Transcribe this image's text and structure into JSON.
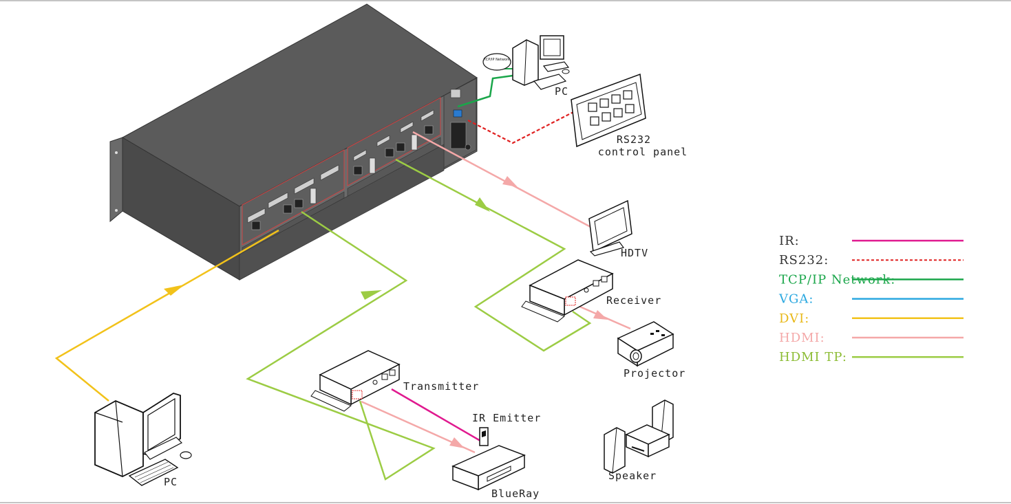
{
  "colors": {
    "ir": "#e0198f",
    "rs232": "#e02020",
    "tcpip": "#1aa64a",
    "vga": "#2aa8e0",
    "dvi": "#f2c21a",
    "hdmi": "#f4a8a8",
    "hdmi_tp": "#9ccc44"
  },
  "devices": {
    "pc_top": "PC",
    "network_cloud": "TCP/IP Network",
    "rs232_panel": "RS232\ncontrol panel",
    "hdtv": "HDTV",
    "receiver": "Receiver",
    "projector": "Projector",
    "transmitter": "Transmitter",
    "ir_emitter": "IR Emitter",
    "blueray": "BlueRay",
    "speaker": "Speaker",
    "pc_bottom": "PC"
  },
  "legend": [
    {
      "label": "IR:",
      "color_key": "ir",
      "style": "solid"
    },
    {
      "label": "RS232:",
      "color_key": "rs232",
      "style": "dashed"
    },
    {
      "label": "TCP/IP Network:",
      "color_key": "tcpip",
      "style": "solid"
    },
    {
      "label": "VGA:",
      "color_key": "vga",
      "style": "solid"
    },
    {
      "label": "DVI:",
      "color_key": "dvi",
      "style": "solid"
    },
    {
      "label": "HDMI:",
      "color_key": "hdmi",
      "style": "solid"
    },
    {
      "label": "HDMI TP:",
      "color_key": "hdmi_tp",
      "style": "solid"
    }
  ]
}
